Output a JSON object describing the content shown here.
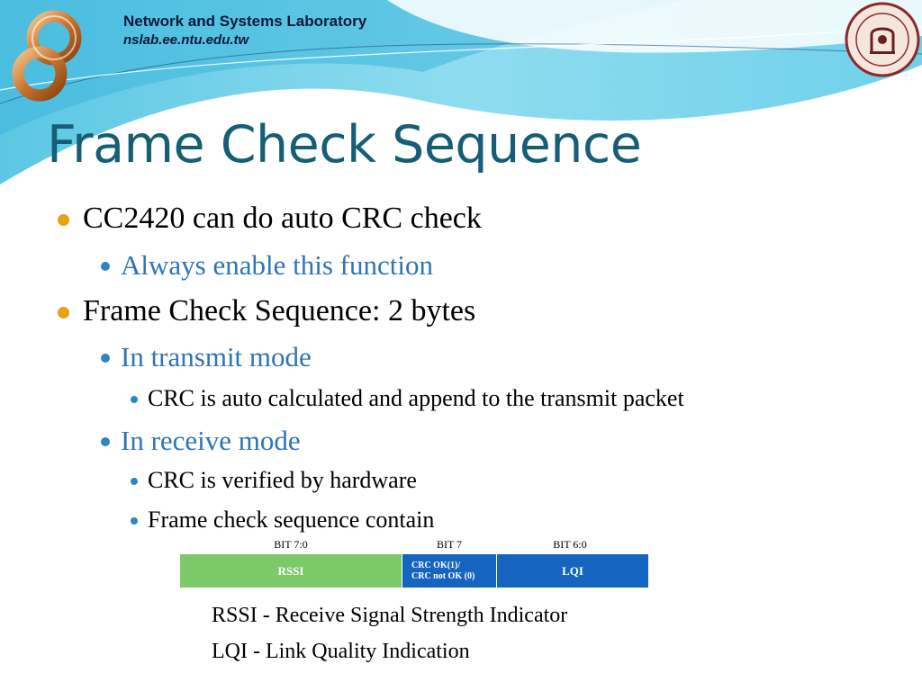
{
  "header": {
    "lab_name": "Network and Systems Laboratory",
    "lab_url": "nslab.ee.ntu.edu.tw"
  },
  "slide": {
    "title": "Frame Check Sequence",
    "bullets": [
      {
        "level": 1,
        "text": "CC2420 can do auto CRC check"
      },
      {
        "level": 2,
        "text": "Always enable this function"
      },
      {
        "level": 1,
        "text": "Frame Check Sequence: 2 bytes"
      },
      {
        "level": 2,
        "text": "In transmit mode"
      },
      {
        "level": 3,
        "text": "CRC is auto calculated and append to the transmit packet"
      },
      {
        "level": 2,
        "text": "In receive mode"
      },
      {
        "level": 3,
        "text": "CRC is verified by hardware"
      },
      {
        "level": 3,
        "text": "Frame check sequence contain"
      }
    ]
  },
  "frame_table": {
    "bit_labels": [
      "BIT 7:0",
      "BIT 7",
      "BIT 6:0"
    ],
    "fields": {
      "rssi": "RSSI",
      "crc_line1": "CRC OK(1)/",
      "crc_line2": "CRC not OK (0)",
      "lqi": "LQI"
    }
  },
  "definitions": [
    "RSSI - Receive Signal Strength Indicator",
    "LQI - Link Quality Indication"
  ],
  "colors": {
    "title": "#155e76",
    "bullet_l1": "#e8a20e",
    "bullet_l2": "#2e86c1",
    "subtext": "#2e75b6",
    "rssi_field": "#7cc96a",
    "crc_lqi_field": "#1565c0"
  },
  "icons": {
    "logo": "lab-logo-icon",
    "seal": "university-seal-icon"
  }
}
